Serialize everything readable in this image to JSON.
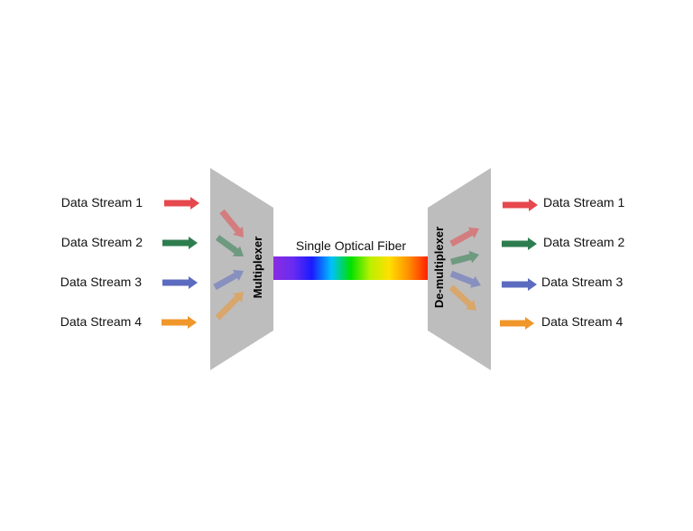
{
  "inputs": [
    {
      "label": "Data Stream 1",
      "color": "#e5484d"
    },
    {
      "label": "Data Stream 2",
      "color": "#2e7d4f"
    },
    {
      "label": "Data Stream 3",
      "color": "#5b6bbf"
    },
    {
      "label": "Data Stream 4",
      "color": "#f0962a"
    }
  ],
  "outputs": [
    {
      "label": "Data Stream 1",
      "color": "#e5484d"
    },
    {
      "label": "Data Stream 2",
      "color": "#2e7d4f"
    },
    {
      "label": "Data Stream 3",
      "color": "#5b6bbf"
    },
    {
      "label": "Data Stream 4",
      "color": "#f0962a"
    }
  ],
  "multiplexer": {
    "label": "Multiplexer",
    "color": "#bdbdbd"
  },
  "demultiplexer": {
    "label": "De-multiplexer",
    "color": "#bdbdbd"
  },
  "fiber": {
    "label": "Single Optical Fiber",
    "gradient": [
      "#8a2be2",
      "#6a2cf0",
      "#1a1aff",
      "#00c0ff",
      "#00e000",
      "#b8f000",
      "#ffe000",
      "#ff9000",
      "#ff2000"
    ]
  }
}
